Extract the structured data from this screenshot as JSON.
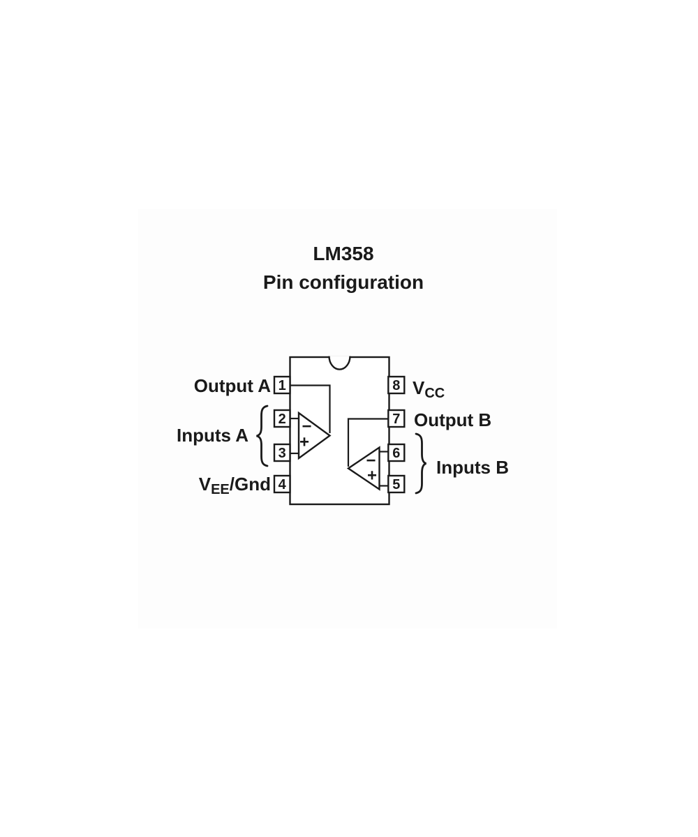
{
  "title": {
    "part_number": "LM358",
    "subtitle": "Pin configuration"
  },
  "labels": {
    "output_a": "Output A",
    "inputs_a": "Inputs A",
    "vee_base": "V",
    "vee_sub": "EE",
    "vee_suffix": "/Gnd",
    "vcc_base": "V",
    "vcc_sub": "CC",
    "output_b": "Output B",
    "inputs_b": "Inputs B"
  },
  "ic": {
    "package": "8-pin DIP outline with top notch",
    "pin_numbers": [
      "1",
      "2",
      "3",
      "4",
      "5",
      "6",
      "7",
      "8"
    ]
  },
  "opamps": {
    "a": {
      "inverting_symbol": "−",
      "noninverting_symbol": "+"
    },
    "b": {
      "inverting_symbol": "−",
      "noninverting_symbol": "+"
    }
  },
  "colors": {
    "ink": "#1a1a1a",
    "background": "#ffffff",
    "scan_background": "#fdfdfd"
  }
}
